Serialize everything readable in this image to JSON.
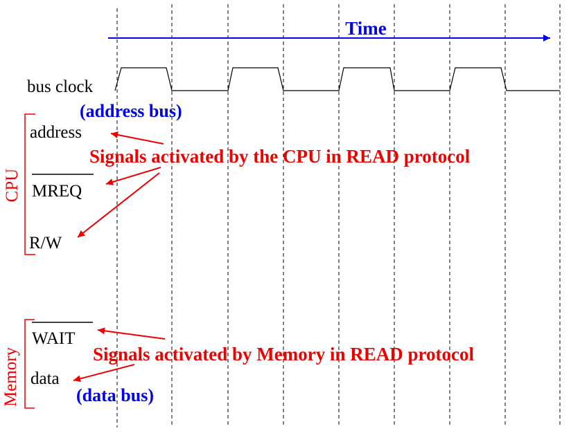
{
  "time_label": "Time",
  "clock_label": "bus clock",
  "address_bus_note": "(address bus)",
  "data_bus_note": "(data bus)",
  "groups": {
    "cpu": "CPU",
    "memory": "Memory"
  },
  "signals": {
    "address": "address",
    "mreq": "MREQ",
    "rw": "R/W",
    "wait": "WAIT",
    "data": "data"
  },
  "annotations": {
    "cpu": "Signals activated by the CPU in READ protocol",
    "memory": "Signals activated by Memory in READ protocol"
  },
  "colors": {
    "time": "#0000ee",
    "annotation": "#ee0000",
    "text": "#000000"
  }
}
